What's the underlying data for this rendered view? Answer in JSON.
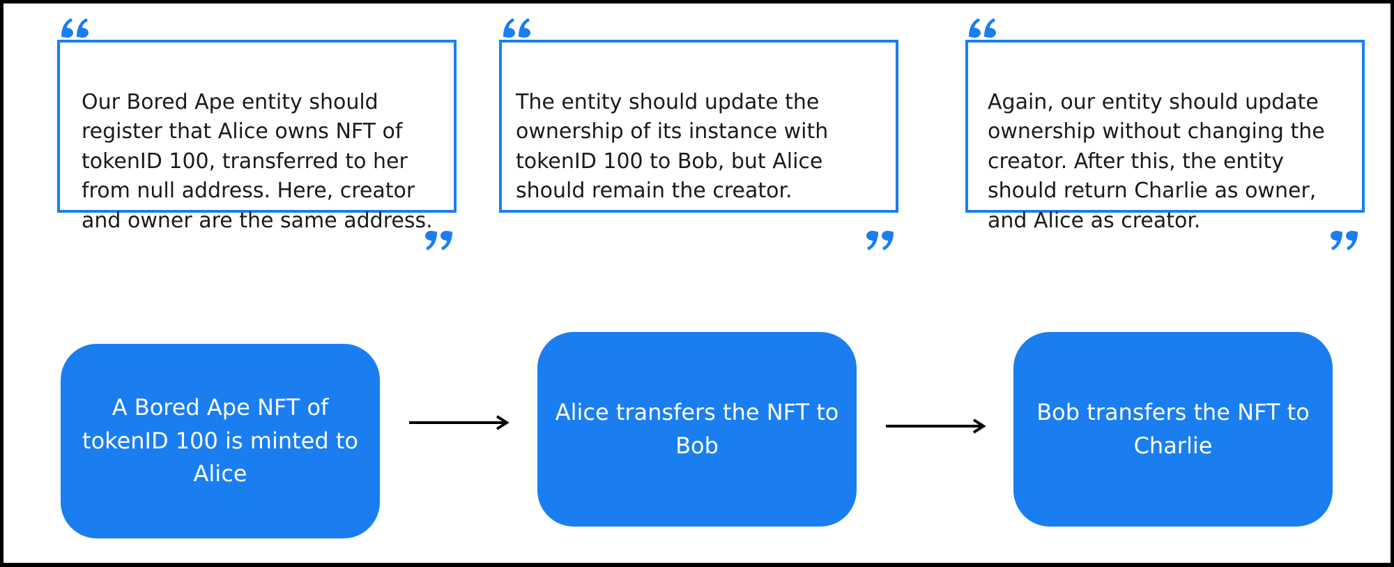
{
  "quotes": [
    {
      "text": "Our Bored Ape entity should\nregister that Alice owns NFT of\ntokenID 100, transferred to her\nfrom null address. Here, creator\nand owner are the same address."
    },
    {
      "text": "The entity should update the\nownership of its instance with\ntokenID 100 to Bob, but Alice\nshould remain the creator."
    },
    {
      "text": "Again, our entity should update\nownership without changing the\ncreator. After this, the entity\nshould return Charlie as owner,\nand Alice as creator."
    }
  ],
  "steps": [
    {
      "text": "A Bored Ape NFT of tokenID 100 is minted to Alice"
    },
    {
      "text": "Alice transfers the NFT to Bob"
    },
    {
      "text": "Bob transfers the NFT to Charlie"
    }
  ],
  "icons": {
    "open_quote": "open-quote-icon",
    "close_quote": "close-quote-icon",
    "arrow": "right-arrow-icon"
  },
  "colors": {
    "accent": "#1a7ef0",
    "frame": "#000000",
    "background": "#ffffff",
    "box_text": "#ffffff",
    "quote_text": "#1a1a1a"
  }
}
